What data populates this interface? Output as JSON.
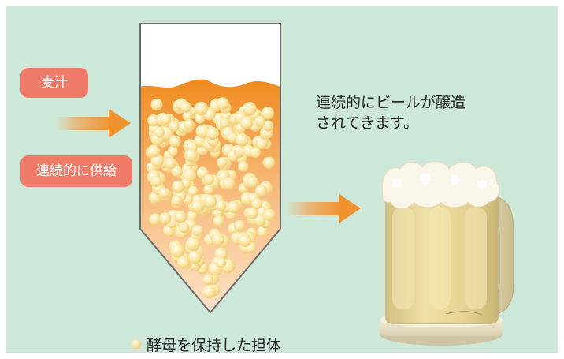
{
  "labels": {
    "wort": "麦汁",
    "continuous_supply": "連続的に供給"
  },
  "caption": {
    "line1": "連続的にビールが醸造",
    "line2": "されてきます。"
  },
  "legend": {
    "carrier": "酵母を保持した担体"
  },
  "colors": {
    "background": "#cde8d8",
    "label_fill": "#ef7b68",
    "arrow": "#f0a050",
    "liquid": "#f29530",
    "bead": "#fbe6a0",
    "beer": "#e9d89a"
  },
  "icons": {
    "input_arrow": "arrow-right-icon",
    "output_arrow": "arrow-right-icon",
    "bead": "bead-icon"
  }
}
